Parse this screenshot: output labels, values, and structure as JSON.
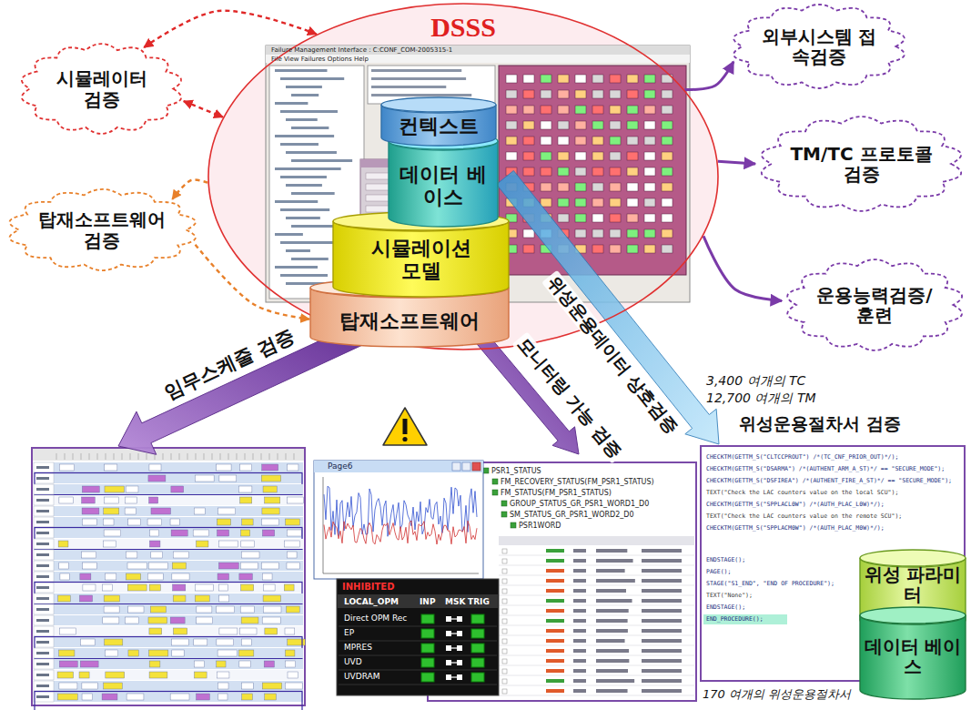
{
  "diagram": {
    "nodes": [
      {
        "text": [
          "DSSS"
        ]
      },
      {
        "text": [
          "컨텍스트"
        ],
        "in": 0
      },
      {
        "text": [
          "데이터 베이스"
        ],
        "in": 0
      },
      {
        "text": [
          "시뮬레이션 모델"
        ],
        "in": 0
      },
      {
        "text": [
          "탑재소프트웨어"
        ],
        "in": 0
      },
      {
        "text": [
          "시뮬레이터 검증"
        ]
      },
      {
        "text": [
          "탑재소프트웨어 검증"
        ]
      },
      {
        "text": [
          "외부시스템 접속검증"
        ]
      },
      {
        "text": [
          "TM/TC 프로토콜 검증"
        ]
      },
      {
        "text": [
          "운용능력검증/ 훈련"
        ]
      },
      {
        "text": [
          "위성 파라미터"
        ]
      },
      {
        "text": [
          "데이터 베이스"
        ]
      }
    ],
    "edges": [
      {
        "from": 0,
        "to": 5,
        "arrow": "both"
      },
      {
        "from": 5,
        "to": 0,
        "arrow": "both"
      },
      {
        "from": 0,
        "to": 6,
        "arrow": "to"
      },
      {
        "from": 6,
        "to": 4,
        "arrow": "to"
      },
      {
        "from": 0,
        "to": 7,
        "arrow": "to"
      },
      {
        "from": 0,
        "to": 8,
        "arrow": "to"
      },
      {
        "from": 0,
        "to": 9,
        "arrow": "to"
      }
    ],
    "labels": [
      "임무스케줄 검증",
      "모니터링 가능 검증",
      "위성운용데이터 상호검증",
      "3,400 여개의 TC",
      "12,700 여개의 TM",
      "위성운용절차서 검증",
      "170 여개의 위성운용절차서",
      "Failure Management Interface : C:CONF_COM-2005315-1",
      "File View Failures Options Help",
      "Page6",
      "INHIBITED",
      "LOCAL_OPM",
      "INP",
      "MSK",
      "TRIG",
      "Direct OPM Rec",
      "EP",
      "MPRES",
      "UVD",
      "UVDRAM",
      "PSR1_STATUS",
      "FM_RECOVERY_STATUS(FM_PSR1_STATUS)",
      "FM_STATUS(FM_PSR1_STATUS)",
      "GROUP_STATUS_GR_PSR1_WORD1_D0",
      "SM_STATUS_GR_PSR1_WORD2_D0",
      "PSR1WORD",
      "CHECKTM(GETTM_S(\"CLTCCPROUT\") /*(TC_CNF_PRIOR_OUT)*/);",
      "CHECKTM(GETTM_S(\"DSARMA\") /*(AUTHENT_ARM_A_ST)*/ == \"SECURE_MODE\");",
      "CHECKTM(GETTM_S(\"DSFIREA\") /*(AUTHENT_FIRE_A_ST)*/ == \"SECURE_MODE\");",
      "TEXT(\"Check the LAC counters value on the local SCU\");",
      "CHECKTM(GETTM_S(\"SPPLACL0W\") /*(AUTH_PLAC_L0W)*/);",
      "TEXT(\"Check the LAC counters value on the remote SCU\");",
      "CHECKTM(GETTM_S(\"SPPLACM0W\") /*(AUTH_PLAC_M0W)*/);",
      "ENDSTAGE();",
      "PAGE();",
      "STAGE(\"S1_END\", \"END OF PROCEDURE\");",
      "TEXT(\"None\");",
      "ENDSTAGE();",
      "END_PROCEDURE();"
    ]
  }
}
